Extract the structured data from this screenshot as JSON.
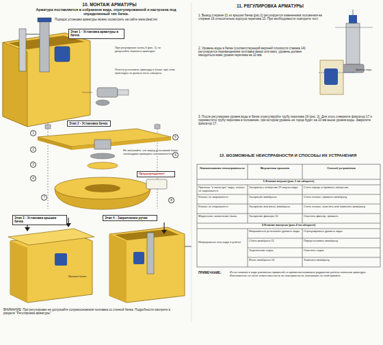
{
  "diagram": {
    "nodes": [
      {
        "text": [
          "Этап 1 - Установка арматуры в бачок"
        ]
      },
      {
        "text": [
          "Этап 2 - Установка бачка"
        ]
      },
      {
        "text": [
          "Этап 3 - Установка крышки бачка"
        ]
      },
      {
        "text": [
          "Этап 4 - Закрепление ручки"
        ]
      },
      {
        "text": [
          "Предупреждение!"
        ]
      }
    ],
    "labels": [
      "10. МОНТАЖ АРМАТУРЫ",
      "Арматура поставляется в собранном виде, отрегулированной и настроена под определенный тип бачка.",
      "Порядок установки арматуры можно посмотреть на сайте www.ideal.net",
      "При регулировке колец 6 (рис. 1) не допускайте перекоса арматуры",
      "Плотно установите арматуру в бачок, при этом прокладка не должна быть смещена",
      "Не забывайте, что перед установкой бачка необходимо проверить его комплектность",
      "Крышка бачка",
      "ВНИМАНИЕ: При регулировке не допускайте соприкосновения поплавка со стенкой бачка. Подробности смотрите в разделе \"Регулировка арматуры\"",
      "11. РЕГУЛИРОВКА АРМАТУРЫ",
      "1. Вывод стержня 21 из крышки бачка (рис.2) регулируется изменением положения на стержне 16 относительно корпуса перелива 10. При необходимости повторите тест.",
      "2. Уровень воды в бачке (соответствующий верхней плоскости стакана 14) регулируется перемещением поплавка вверх или вниз, уровень должен находиться ниже уровня перелива на 10 мм.",
      "Уровень воды",
      "3. После регулировки уровня воды в бачке отрегулируйте трубу перелива 19 (рис. 2). Для этого отверните фиксатор 17 и переместите трубу перелива в положение, при котором уровень ее торца будет на 10 мм выше уровня воды. Закрепите фиксатор 17.",
      "12. ВОЗМОЖНЫЕ НЕИСПРАВНОСТИ И СПОСОБЫ ИХ УСТРАНЕНИЯ",
      "Наименование неисправности",
      "Вероятная причина",
      "Способ устранения",
      "1.Клапан впуска (рис.1 на обороте)",
      "Протечка \"в холостую\" воды, клапан не закрывается",
      "Засорилось отверстие 19 впуска воды",
      "Снять корпус и промыть отверстие",
      "Клапан не закрывается",
      "Засорение мембраны",
      "Снять клапан, промыть мембрану",
      "Клапан не открывается",
      "Засорение или износ мембраны",
      "Снять клапан, очистить или заменить мембрану",
      "Медленное наполнение бачка",
      "Засорение фильтра 10",
      "Очистить фильтр, промыть",
      "2.Клапан выпуска (рис.2 на обороте)",
      "Непрерывная течь воды в унитаз",
      "Неправильно установлен уровень воды",
      "Отрегулировать уровень воды",
      "Сбита мембрана 11",
      "Переустановить мембрану",
      "Загрязнение седла",
      "Очистить седло",
      "Износ мембраны 14",
      "Заменить мембрану",
      "ПРИМЕЧАНИЕ:",
      "Из-за наличия в воде различных примесей со временем возможно ухудшение работы клапанов арматуры. Изготовитель не несет ответственности за неисправности, возникшие по этой причине.",
      "1",
      "2",
      "3",
      "4",
      "5",
      "6",
      "7",
      "8"
    ]
  }
}
